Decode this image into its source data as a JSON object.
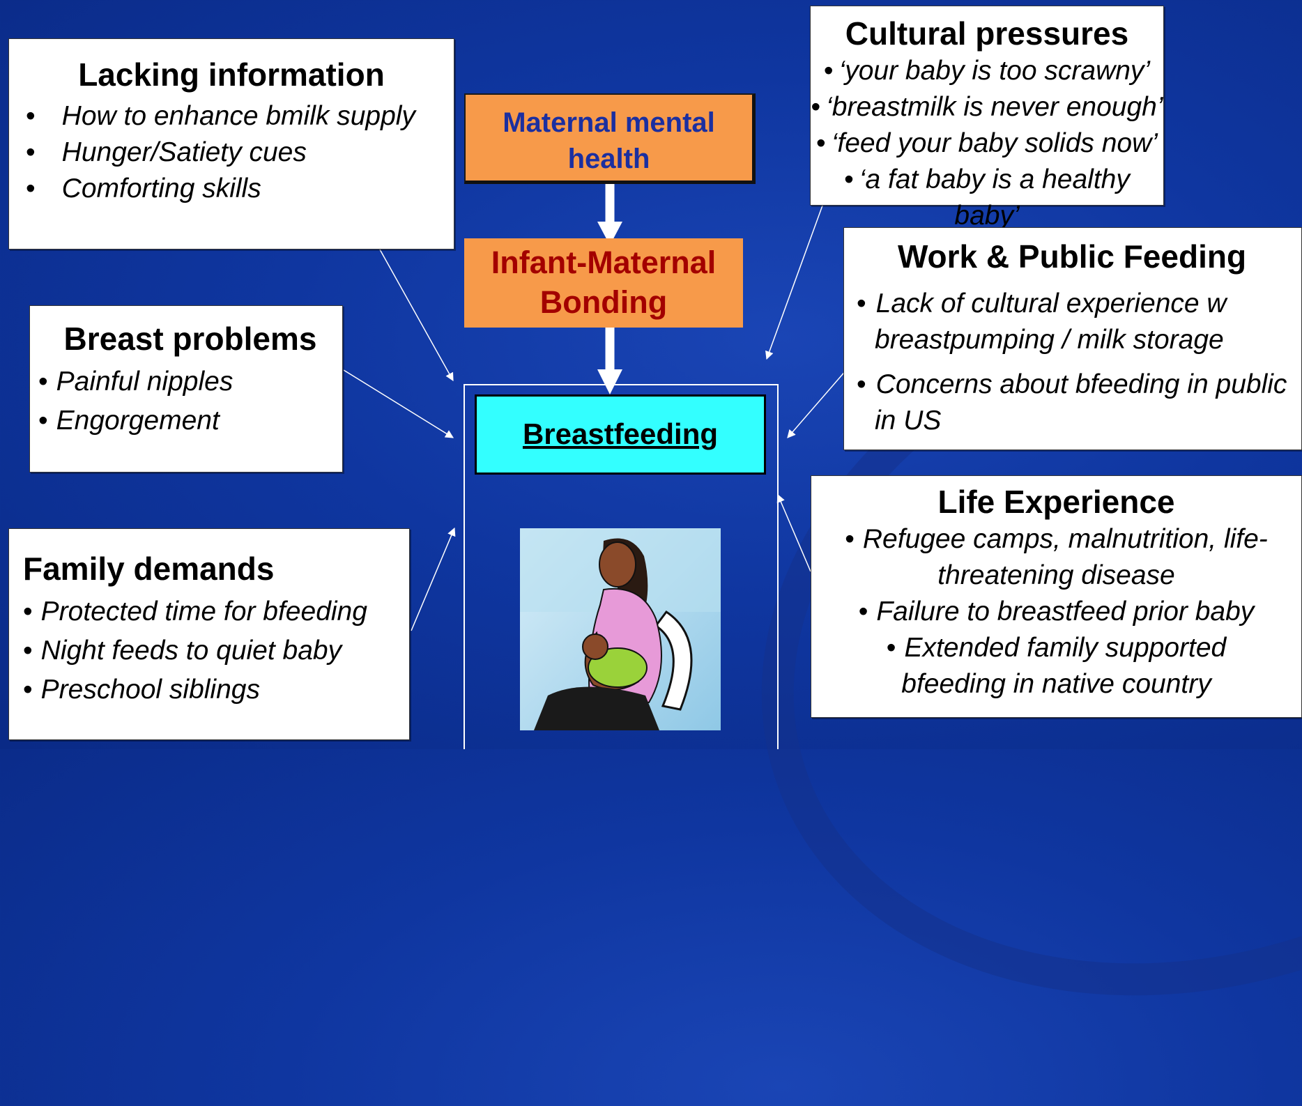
{
  "lacking": {
    "title": "Lacking information",
    "items": [
      "How to enhance bmilk supply",
      "Hunger/Satiety cues",
      "Comforting skills"
    ]
  },
  "maternal_mental": "Maternal mental health",
  "infant_bonding": "Infant-Maternal Bonding",
  "breastfeeding": "Breastfeeding",
  "cultural": {
    "title": "Cultural pressures",
    "items": [
      "‘your baby is too scrawny’",
      "‘breastmilk is never enough’",
      "‘feed your baby solids now’",
      "‘a fat baby is a healthy baby’"
    ]
  },
  "breast_problems": {
    "title": "Breast problems",
    "items": [
      "Painful nipples",
      "Engorgement"
    ]
  },
  "work": {
    "title": "Work & Public Feeding",
    "items": [
      "Lack of cultural experience w breastpumping / milk storage",
      "Concerns about bfeeding in public in US"
    ]
  },
  "family": {
    "title": "Family demands",
    "items": [
      "Protected time for bfeeding",
      "Night feeds to quiet baby",
      "Preschool siblings"
    ]
  },
  "life": {
    "title": "Life Experience",
    "items": [
      "Refugee camps, malnutrition, life-threatening disease",
      "Failure to breastfeed prior baby",
      "Extended family supported bfeeding in native country"
    ]
  },
  "colors": {
    "background": "#0f36a0",
    "orange_box": "#f79a4a",
    "maternal_text": "#1b2fa0",
    "bonding_text": "#a30000",
    "breastfeeding_box": "#33ffff"
  },
  "icons": {
    "picture": "breastfeeding-mother-clipart"
  }
}
